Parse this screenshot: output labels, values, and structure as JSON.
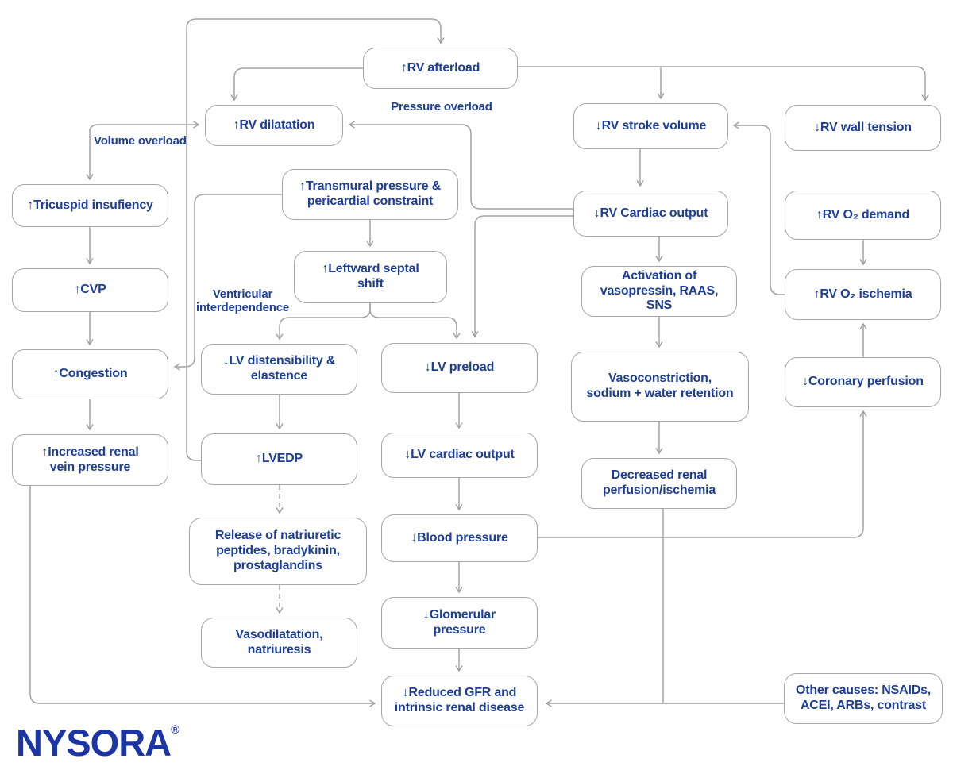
{
  "nodes": {
    "rv_afterload": "↑RV afterload",
    "rv_dilatation": "↑RV dilatation",
    "tricuspid": "↑Tricuspid insufiency",
    "cvp": "↑CVP",
    "congestion": "↑Congestion",
    "renal_vein": "↑Increased renal\nvein pressure",
    "transmural": "↑Transmural pressure &\npericardial constraint",
    "septal_shift": "↑Leftward septal\nshift",
    "lv_distensibility": "↓LV distensibility &\nelastence",
    "lvedp": "↑LVEDP",
    "release_peptides": "Release of natriuretic\npeptides, bradykinin,\nprostaglandins",
    "vasodilatation": "Vasodilatation,\nnatriuresis",
    "lv_preload": "↓LV preload",
    "lv_cardiac_output": "↓LV cardiac output",
    "blood_pressure": "↓Blood pressure",
    "glomerular": "↓Glomerular\npressure",
    "reduced_gfr": "↓Reduced GFR and\nintrinsic renal disease",
    "rv_stroke_volume": "↓RV stroke volume",
    "rv_cardiac_output": "↓RV Cardiac output",
    "activation": "Activation of\nvasopressin, RAAS, SNS",
    "vasoconstriction": "Vasoconstriction,\nsodium + water retention",
    "decreased_renal": "Decreased renal\nperfusion/ischemia",
    "rv_wall_tension": "↓RV wall tension",
    "rv_o2_demand": "↑RV O₂ demand",
    "rv_o2_ischemia": "↑RV O₂ ischemia",
    "coronary_perfusion": "↓Coronary perfusion",
    "other_causes": "Other causes: NSAIDs,\nACEI, ARBs, contrast"
  },
  "labels": {
    "pressure_overload": "Pressure overload",
    "volume_overload": "Volume overload",
    "ventricular_interdependence": "Ventricular\ninterdependence"
  },
  "logo": {
    "brand": "NYSORA",
    "registered": "®"
  },
  "edges": [
    {
      "from": "lvedp",
      "to": "rv_afterload",
      "style": "solid"
    },
    {
      "from": "rv_afterload",
      "to": "rv_dilatation",
      "style": "solid"
    },
    {
      "from": "rv_afterload",
      "to": "rv_stroke_volume",
      "style": "solid"
    },
    {
      "from": "rv_afterload",
      "to": "rv_wall_tension",
      "style": "solid"
    },
    {
      "from": "volume_overload",
      "to": "rv_dilatation",
      "style": "solid"
    },
    {
      "from": "volume_overload",
      "to": "tricuspid",
      "style": "solid"
    },
    {
      "from": "tricuspid",
      "to": "cvp",
      "style": "solid"
    },
    {
      "from": "cvp",
      "to": "congestion",
      "style": "solid"
    },
    {
      "from": "congestion",
      "to": "renal_vein",
      "style": "solid"
    },
    {
      "from": "renal_vein",
      "to": "reduced_gfr",
      "style": "solid"
    },
    {
      "from": "transmural",
      "to": "congestion",
      "style": "solid"
    },
    {
      "from": "transmural",
      "to": "septal_shift",
      "style": "solid"
    },
    {
      "from": "septal_shift",
      "to": "lv_distensibility",
      "style": "solid"
    },
    {
      "from": "septal_shift",
      "to": "lv_preload",
      "style": "solid"
    },
    {
      "from": "lv_distensibility",
      "to": "lvedp",
      "style": "solid"
    },
    {
      "from": "lvedp",
      "to": "release_peptides",
      "style": "dashed"
    },
    {
      "from": "release_peptides",
      "to": "vasodilatation",
      "style": "dashed"
    },
    {
      "from": "rv_cardiac_output",
      "to": "rv_dilatation",
      "style": "solid"
    },
    {
      "from": "rv_cardiac_output",
      "to": "lv_preload",
      "style": "solid"
    },
    {
      "from": "lv_preload",
      "to": "lv_cardiac_output",
      "style": "solid"
    },
    {
      "from": "lv_cardiac_output",
      "to": "blood_pressure",
      "style": "solid"
    },
    {
      "from": "blood_pressure",
      "to": "glomerular",
      "style": "solid"
    },
    {
      "from": "glomerular",
      "to": "reduced_gfr",
      "style": "solid"
    },
    {
      "from": "blood_pressure",
      "to": "coronary_perfusion",
      "style": "solid"
    },
    {
      "from": "rv_stroke_volume",
      "to": "rv_cardiac_output",
      "style": "solid"
    },
    {
      "from": "rv_cardiac_output",
      "to": "activation",
      "style": "solid"
    },
    {
      "from": "activation",
      "to": "vasoconstriction",
      "style": "solid"
    },
    {
      "from": "vasoconstriction",
      "to": "decreased_renal",
      "style": "solid"
    },
    {
      "from": "decreased_renal",
      "to": "reduced_gfr",
      "style": "solid"
    },
    {
      "from": "other_causes",
      "to": "reduced_gfr",
      "style": "solid"
    },
    {
      "from": "coronary_perfusion",
      "to": "rv_o2_ischemia",
      "style": "solid"
    },
    {
      "from": "rv_o2_demand",
      "to": "rv_o2_ischemia",
      "style": "solid"
    },
    {
      "from": "rv_o2_ischemia",
      "to": "rv_stroke_volume",
      "style": "solid"
    }
  ]
}
